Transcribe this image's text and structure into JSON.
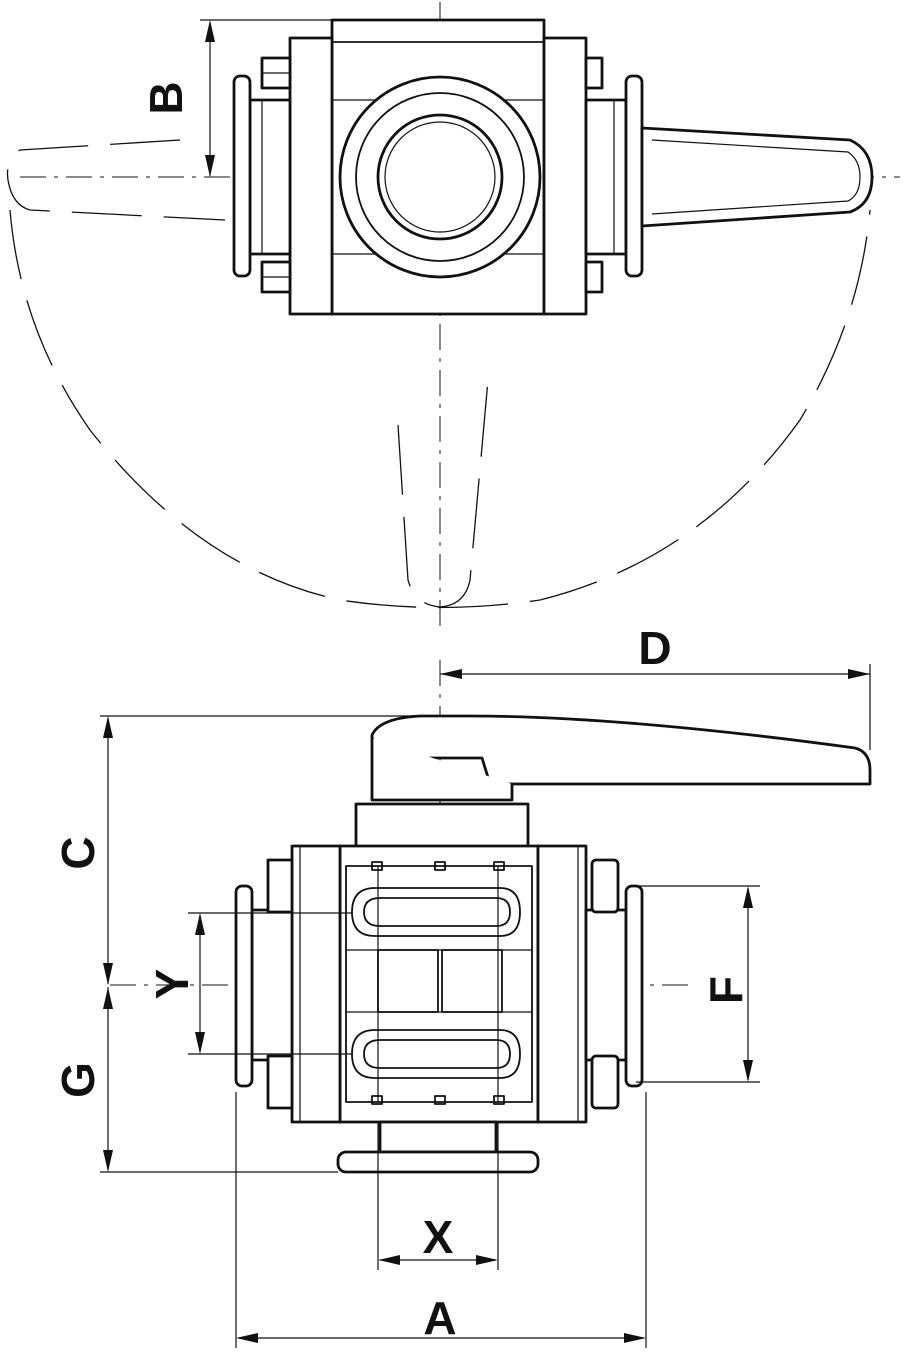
{
  "dimensions": {
    "A": "A",
    "B": "B",
    "C": "C",
    "D": "D",
    "F": "F",
    "G": "G",
    "X": "X",
    "Y": "Y"
  }
}
